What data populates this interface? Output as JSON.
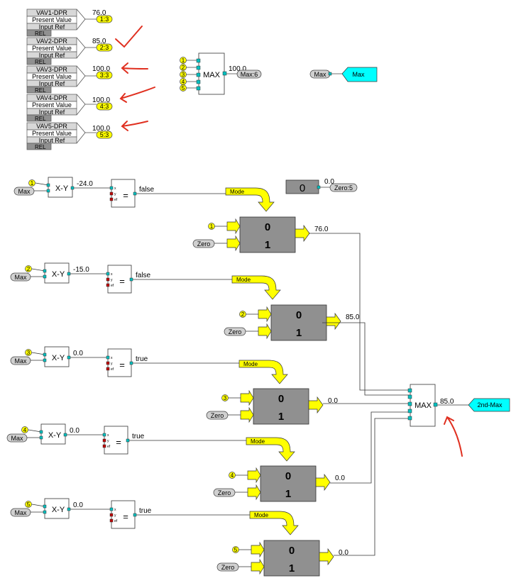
{
  "inputs": [
    {
      "name": "VAV1-DPR",
      "value": "76.0",
      "tag": "1:3"
    },
    {
      "name": "VAV2-DPR",
      "value": "85.0",
      "tag": "2:3"
    },
    {
      "name": "VAV3-DPR",
      "value": "100.0",
      "tag": "3:3"
    },
    {
      "name": "VAV4-DPR",
      "value": "100.0",
      "tag": "4:3"
    },
    {
      "name": "VAV5-DPR",
      "value": "100.0",
      "tag": "5:3"
    }
  ],
  "input_row_labels": {
    "present": "Present Value",
    "inref": "Input Ref",
    "rel": "REL"
  },
  "max_block": {
    "label": "MAX",
    "inputs": [
      "1",
      "2",
      "3",
      "4",
      "5"
    ],
    "output_value": "100.0",
    "output_tag": "Max:6"
  },
  "max_link": {
    "ref": "Max",
    "tag": "Max"
  },
  "zero_block": {
    "value": "0",
    "output_value": "0.0",
    "output_tag": "Zero:5"
  },
  "xy_label": "X-Y",
  "eq_label": "=",
  "eq_port_labels": {
    "x": "x",
    "y": "y",
    "ef": "ef"
  },
  "select_labels": {
    "mode": "Mode",
    "top": "0",
    "bottom": "1",
    "zero": "Zero"
  },
  "rows": [
    {
      "num": "1",
      "ref": "Max",
      "diff": "-24.0",
      "cmp": "false",
      "out": "76.0"
    },
    {
      "num": "2",
      "ref": "Max",
      "diff": "-15.0",
      "cmp": "false",
      "out": "85.0"
    },
    {
      "num": "3",
      "ref": "Max",
      "diff": "0.0",
      "cmp": "true",
      "out": "0.0"
    },
    {
      "num": "4",
      "ref": "Max",
      "diff": "0.0",
      "cmp": "true",
      "out": "0.0"
    },
    {
      "num": "5",
      "ref": "Max",
      "diff": "0.0",
      "cmp": "true",
      "out": "0.0"
    }
  ],
  "max2_block": {
    "label": "MAX",
    "output_value": "85.0",
    "tag": "2nd-Max"
  },
  "colors": {
    "yellow": "#ffff00",
    "cyan": "#00ffff",
    "gray": "#909090",
    "annotation": "#e03020",
    "port": "#00c0c0",
    "flag": "#c00000"
  }
}
